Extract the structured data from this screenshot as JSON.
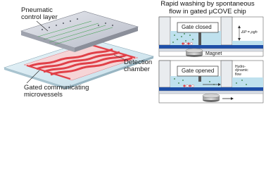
{
  "left_panel": {
    "pneumatic_line1": "Pneumatic",
    "pneumatic_line2": "control layer",
    "detection_line1": "Detection",
    "detection_line2": "chamber",
    "vessels_line1": "Gated communicating",
    "vessels_line2": "microvessels"
  },
  "right_panel": {
    "title_line1": "Rapid washing by spontaneous",
    "title_line2_prefix": "flow in gated ",
    "title_mu": "μ",
    "title_line2_suffix": "COVE chip",
    "gate_closed": "Gate closed",
    "gate_opened": "Gate opened",
    "pressure_eq": "ΔP = ρgh",
    "magnet": "Magnet",
    "hydro_line1": "Hydro-",
    "hydro_line2": "dynamic",
    "hydro_line3": "flow"
  },
  "colors": {
    "chip_red": "#e04048",
    "top_layer": "#c8ccd4",
    "glass": "#cfe6f0",
    "substrate_blue": "#1e4fa8",
    "liquid": "#bfe1ee"
  }
}
